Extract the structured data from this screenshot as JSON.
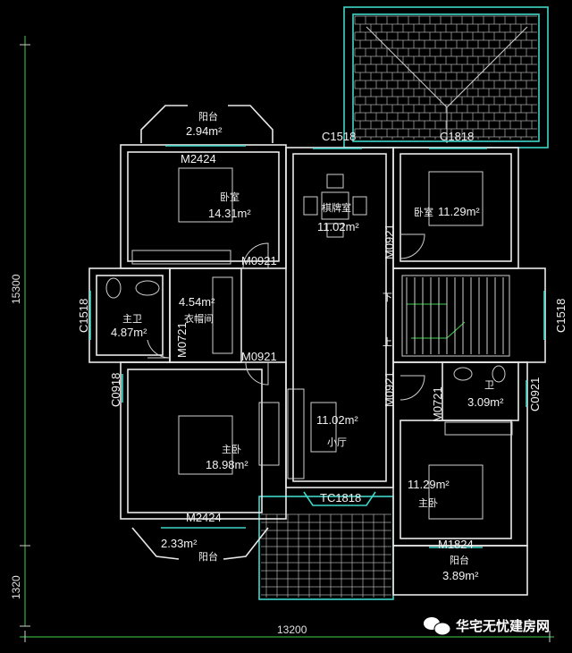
{
  "rooms": {
    "balcony_top": {
      "name": "阳台",
      "area": "2.94m²"
    },
    "bedroom_nw": {
      "name": "卧室",
      "area": "14.31m²"
    },
    "chess_room": {
      "name": "棋牌室",
      "area": "11.02m²"
    },
    "bedroom_ne": {
      "name": "卧室",
      "area": "11.29m²"
    },
    "master_bath": {
      "name": "主卫",
      "area": "4.87m²"
    },
    "closet": {
      "name": "衣帽间",
      "area": "4.54m²"
    },
    "master_bedroom": {
      "name": "主卧",
      "area": "18.98m²"
    },
    "small_hall": {
      "name": "小厅",
      "area": "11.02m²"
    },
    "bath_e": {
      "name": "卫",
      "area": "3.09m²"
    },
    "master_bedroom_se": {
      "name": "主卧",
      "area": "11.29m²"
    },
    "balcony_se": {
      "name": "阳台",
      "area": "3.89m²"
    },
    "balcony_sw": {
      "name": "阳台",
      "area": "2.33m²"
    }
  },
  "openings": {
    "c1518_top": "C1518",
    "c1818": "C1818",
    "m2424_top": "M2424",
    "m0921_a": "M0921",
    "m0921_b": "M0921",
    "m0921_c": "M0921",
    "m0921_d": "M0921",
    "c1518_left": "C1518",
    "c1518_right": "C1518",
    "m0721_a": "M0721",
    "m0721_b": "M0721",
    "c0918": "C0918",
    "c0921": "C0921",
    "m2424_bottom": "M2424",
    "tc1818": "TC1818",
    "m1824": "M1824"
  },
  "stairs": {
    "down": "下",
    "up": "上"
  },
  "dimensions": {
    "height_main": "15300",
    "height_balcony": "1320",
    "width": "13200"
  },
  "watermark": "华宅无忧建房网",
  "colors": {
    "background": "#000000",
    "wall": "#e8e8e8",
    "window": "#3fd6c8",
    "stair_arrow": "#3ecf4a"
  }
}
